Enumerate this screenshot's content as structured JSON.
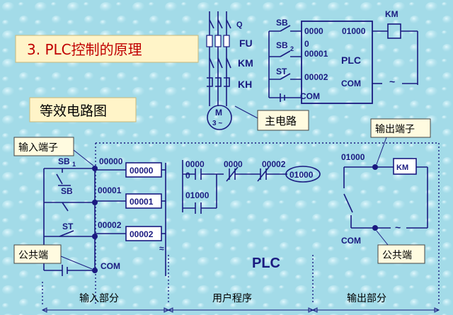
{
  "title": "3. PLC控制的原理",
  "equiv_title": "等效电路图",
  "colors": {
    "wire": "#1a1a80",
    "bg": "#9fd8e6",
    "title_box": "#fff4c8",
    "callout_box": "#fffbe0"
  },
  "callouts": {
    "input_terminal": "输入端子",
    "common_terminal_left": "公共端",
    "output_terminal": "输出端子",
    "common_terminal_right": "公共端",
    "main_circuit": "主电路"
  },
  "sections": {
    "input": "输入部分",
    "user_program": "用户程序",
    "output": "输出部分"
  },
  "top": {
    "poles": [
      "Q",
      "FU",
      "KM",
      "KH"
    ],
    "motor": {
      "m": "M",
      "phase": "3 ~"
    },
    "inputs": {
      "sb1": "SB",
      "sb2": "SB",
      "sb2_sub": "2",
      "st": "ST",
      "com": "COM"
    },
    "plc_terminals": {
      "in0": "0000",
      "in0b": "0",
      "in1": "00001",
      "in2": "00002",
      "out": "01000",
      "com_out": "COM",
      "plc": "PLC"
    },
    "km": "KM",
    "ac": "~"
  },
  "eq": {
    "sb1": "SB",
    "sb1_sub": "1",
    "sb": "SB",
    "st": "ST",
    "com": "COM",
    "inputs": [
      "00000",
      "00001",
      "00002"
    ],
    "input_labels": [
      "00000",
      "00001",
      "00002"
    ],
    "ladder": {
      "c1": "0000",
      "c1b": "0",
      "c2": "0000",
      "c3": "00002",
      "c4": "01000",
      "coil": "01000"
    },
    "plc": "PLC",
    "out_terminal": "01000",
    "km": "KM",
    "com_out": "COM",
    "ac": "~",
    "tilde": "≈"
  }
}
